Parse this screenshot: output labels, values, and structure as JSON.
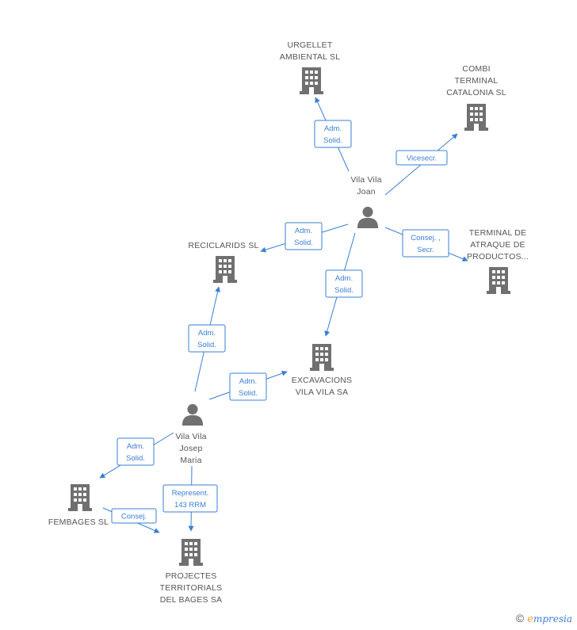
{
  "nodes": {
    "urgellet": {
      "kind": "company",
      "lines": [
        "URGELLET",
        "AMBIENTAL SL"
      ]
    },
    "combi": {
      "kind": "company",
      "lines": [
        "COMBI",
        "TERMINAL",
        "CATALONIA  SL"
      ]
    },
    "terminal": {
      "kind": "company",
      "lines": [
        "TERMINAL DE",
        "ATRAQUE DE",
        "PRODUCTOS..."
      ]
    },
    "reciclarids": {
      "kind": "company",
      "lines": [
        "RECICLARIDS SL"
      ]
    },
    "excavacions": {
      "kind": "company",
      "main": true,
      "lines": [
        "EXCAVACIONS",
        "VILA VILA SA"
      ]
    },
    "fembages": {
      "kind": "company",
      "lines": [
        "FEMBAGES SL"
      ]
    },
    "projectes": {
      "kind": "company",
      "lines": [
        "PROJECTES",
        "TERRITORIALS",
        "DEL BAGES SA"
      ]
    },
    "joan": {
      "kind": "person",
      "lines": [
        "Vila Vila",
        "Joan"
      ]
    },
    "josep": {
      "kind": "person",
      "lines": [
        "Vila Vila",
        "Josep",
        "Maria"
      ]
    }
  },
  "edges": [
    {
      "id": "joan-urgellet",
      "lines": [
        "Adm.",
        "Solid."
      ]
    },
    {
      "id": "joan-combi",
      "lines": [
        "Vicesecr."
      ]
    },
    {
      "id": "joan-terminal",
      "lines": [
        "Consej. ,",
        "Secr."
      ]
    },
    {
      "id": "joan-reciclarids",
      "lines": [
        "Adm.",
        "Solid."
      ]
    },
    {
      "id": "joan-excavacions",
      "lines": [
        "Adm.",
        "Solid."
      ]
    },
    {
      "id": "josep-reciclarids",
      "lines": [
        "Adm.",
        "Solid."
      ]
    },
    {
      "id": "josep-excavacions",
      "lines": [
        "Adm.",
        "Solid."
      ]
    },
    {
      "id": "josep-fembages",
      "lines": [
        "Adm.",
        "Solid."
      ]
    },
    {
      "id": "josep-projectes",
      "lines": [
        "Represent.",
        "143 RRM"
      ]
    },
    {
      "id": "fembages-projectes",
      "lines": [
        "Consej."
      ]
    }
  ],
  "brand": {
    "copyright": "©",
    "initial": "e",
    "rest": "mpresia"
  }
}
